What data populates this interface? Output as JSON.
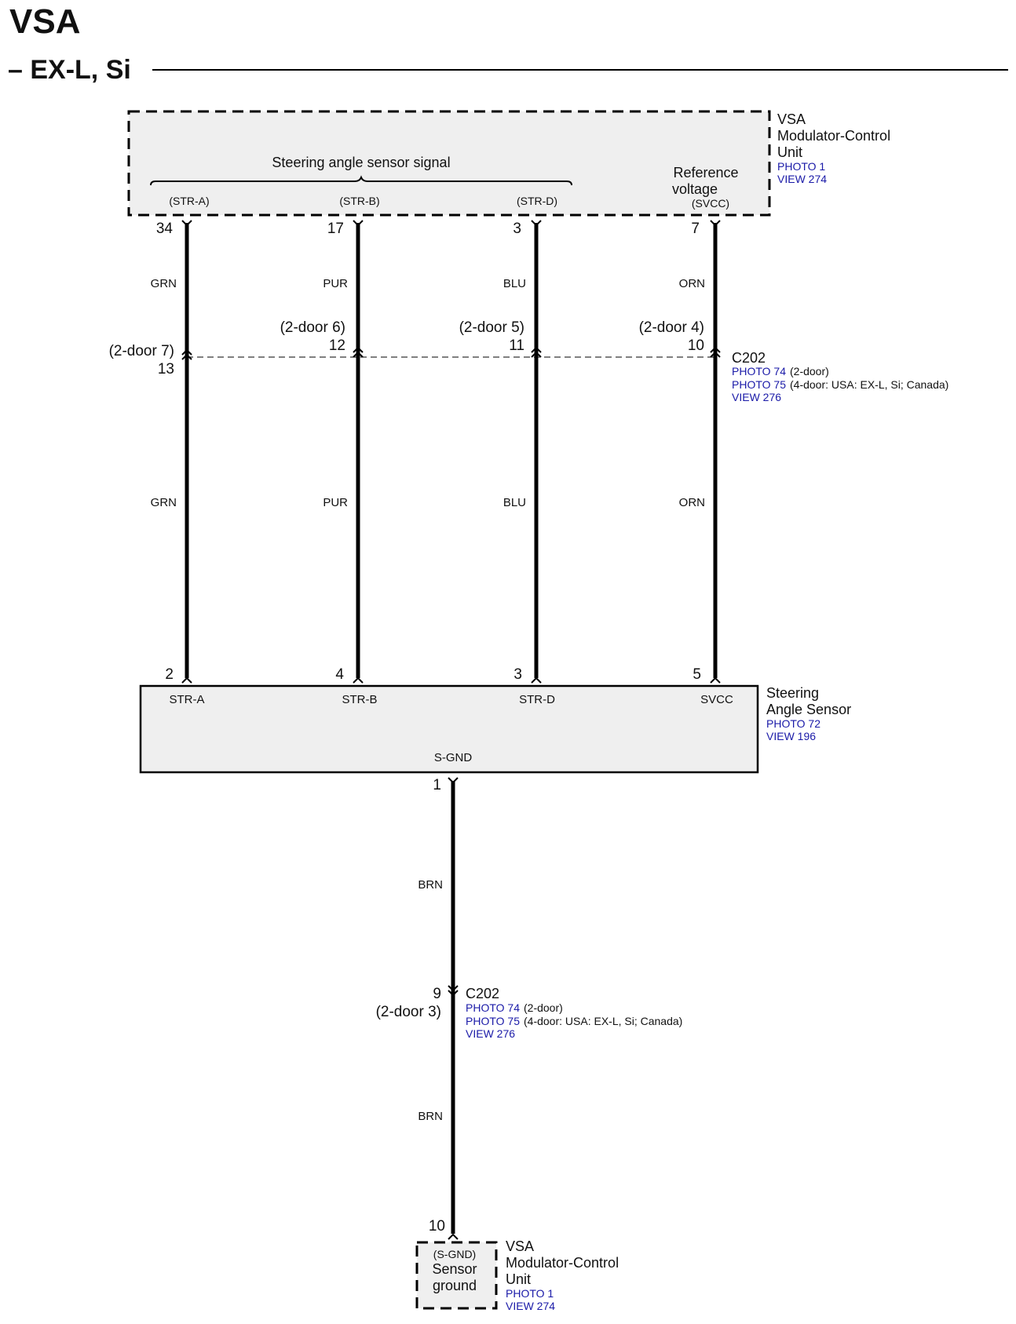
{
  "title": "VSA",
  "subtitle": "– EX-L, Si",
  "colors": {
    "link": "#1a1aa8",
    "box_fill": "#efefef",
    "wire": "#000000"
  },
  "vsa_unit": {
    "name_lines": [
      "VSA",
      "Modulator-Control",
      "Unit"
    ],
    "photo": "PHOTO 1",
    "view": "VIEW 274",
    "brace_label": "Steering angle sensor signal",
    "ref_label_lines": [
      "Reference",
      "voltage"
    ],
    "signals": [
      "(STR-A)",
      "(STR-B)",
      "(STR-D)",
      "(SVCC)"
    ],
    "pins": [
      "34",
      "17",
      "3",
      "7"
    ]
  },
  "wire_colors_upper": [
    "GRN",
    "PUR",
    "BLU",
    "ORN"
  ],
  "c202_top": {
    "name": "C202",
    "pins": [
      "13",
      "12",
      "11",
      "10"
    ],
    "twodoor": [
      "(2-door 7)",
      "(2-door 6)",
      "(2-door 5)",
      "(2-door 4)"
    ],
    "photo74": "PHOTO 74",
    "photo74_note": "(2-door)",
    "photo75": "PHOTO 75",
    "photo75_note": "(4-door: USA: EX-L, Si; Canada)",
    "view": "VIEW 276"
  },
  "wire_colors_lower": [
    "GRN",
    "PUR",
    "BLU",
    "ORN"
  ],
  "sensor": {
    "name_lines": [
      "Steering",
      "Angle Sensor"
    ],
    "photo": "PHOTO 72",
    "view": "VIEW 196",
    "pins": [
      "2",
      "4",
      "3",
      "5"
    ],
    "signals": [
      "STR-A",
      "STR-B",
      "STR-D",
      "SVCC"
    ],
    "gnd_label": "S-GND",
    "gnd_pin": "1"
  },
  "ground_wire": {
    "color_upper": "BRN",
    "color_lower": "BRN"
  },
  "c202_bottom": {
    "name": "C202",
    "pin": "9",
    "twodoor": "(2-door 3)",
    "photo74": "PHOTO 74",
    "photo74_note": "(2-door)",
    "photo75": "PHOTO 75",
    "photo75_note": "(4-door: USA: EX-L, Si; Canada)",
    "view": "VIEW 276"
  },
  "vsa_bottom": {
    "pin": "10",
    "signal": "(S-GND)",
    "label_lines": [
      "Sensor",
      "ground"
    ],
    "name_lines": [
      "VSA",
      "Modulator-Control",
      "Unit"
    ],
    "photo": "PHOTO 1",
    "view": "VIEW 274"
  }
}
